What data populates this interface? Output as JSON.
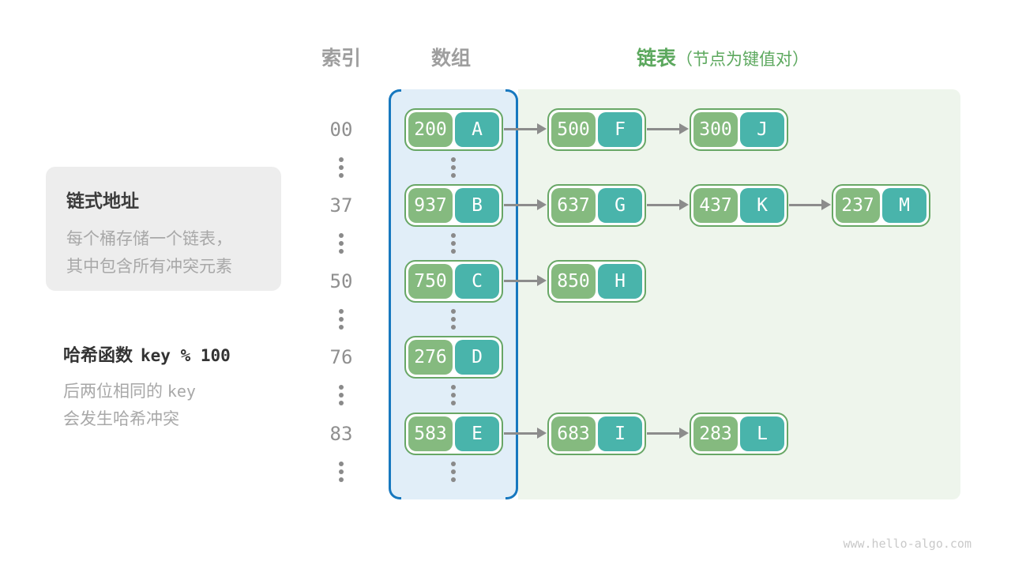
{
  "headers": {
    "index": "索引",
    "array": "数组",
    "list": "链表",
    "list_note": "（节点为键值对）"
  },
  "notes": {
    "chaining": {
      "title": "链式地址",
      "line1": "每个桶存储一个链表，",
      "line2": "其中包含所有冲突元素"
    },
    "hash": {
      "title_text": "哈希函数",
      "title_code": "key % 100",
      "line1_text": "后两位相同的",
      "line1_code": "key",
      "line2": "会发生哈希冲突"
    }
  },
  "rows": [
    {
      "index": "00",
      "nodes": [
        {
          "key": "200",
          "value": "A"
        },
        {
          "key": "500",
          "value": "F"
        },
        {
          "key": "300",
          "value": "J"
        }
      ]
    },
    {
      "index": "37",
      "nodes": [
        {
          "key": "937",
          "value": "B"
        },
        {
          "key": "637",
          "value": "G"
        },
        {
          "key": "437",
          "value": "K"
        },
        {
          "key": "237",
          "value": "M"
        }
      ]
    },
    {
      "index": "50",
      "nodes": [
        {
          "key": "750",
          "value": "C"
        },
        {
          "key": "850",
          "value": "H"
        }
      ]
    },
    {
      "index": "76",
      "nodes": [
        {
          "key": "276",
          "value": "D"
        }
      ]
    },
    {
      "index": "83",
      "nodes": [
        {
          "key": "583",
          "value": "E"
        },
        {
          "key": "683",
          "value": "I"
        },
        {
          "key": "283",
          "value": "L"
        }
      ]
    }
  ],
  "colors": {
    "key_green": "#85ba7f",
    "value_teal": "#49b4ab",
    "node_border": "#68a766",
    "array_border_blue": "#1778bf",
    "array_bg_blue": "#e1eef8",
    "list_bg_green": "#eef5ec",
    "heading_green": "#5ca85e",
    "heading_gray": "#9e9e9e"
  },
  "watermark": "www.hello-algo.com"
}
